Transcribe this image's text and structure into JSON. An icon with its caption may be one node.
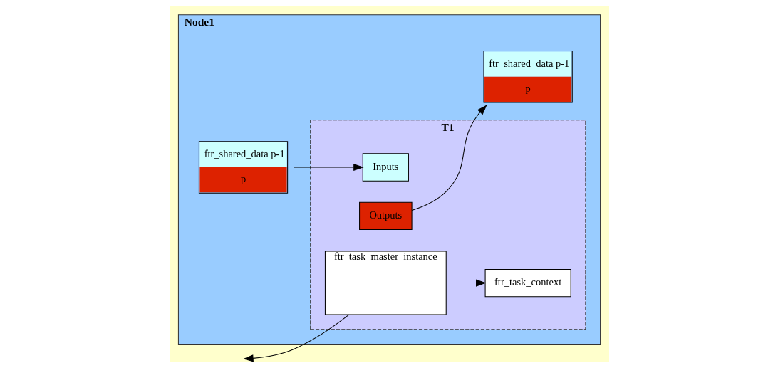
{
  "diagram": {
    "nodes": [
      {
        "text": [
          "Node1"
        ]
      },
      {
        "text": [
          "T1"
        ],
        "in": 0
      },
      {
        "text": [
          "ftr_task_context"
        ],
        "in": 1
      },
      {
        "text": [
          "ftr_task_master_instance"
        ],
        "in": 1
      },
      {
        "text": [
          "Inputs"
        ],
        "in": 1
      },
      {
        "text": [
          "Outputs"
        ],
        "in": 1
      },
      {
        "text": [
          "ftr_shared_data p-1",
          "p"
        ],
        "in": 0
      },
      {
        "text": [
          "ftr_shared_data p-1",
          "p"
        ],
        "in": 0
      }
    ],
    "edges": [
      {
        "from": 6,
        "to": 4,
        "arrow": "to"
      },
      {
        "from": 5,
        "to": 7,
        "arrow": "to"
      },
      {
        "from": 3,
        "to": 2,
        "arrow": "to"
      },
      {
        "from": 3,
        "to": null,
        "arrow": "to"
      }
    ]
  }
}
